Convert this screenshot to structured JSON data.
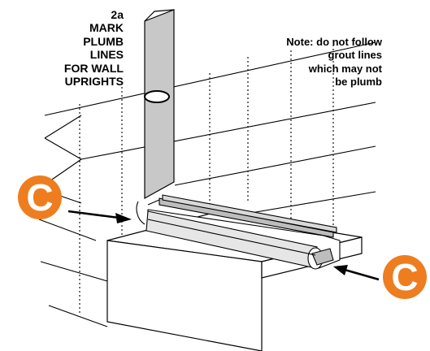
{
  "step": {
    "lines": [
      "2a",
      "MARK",
      "PLUMB",
      "LINES",
      "FOR WALL",
      "UPRIGHTS"
    ]
  },
  "note": {
    "lines": [
      "Note: do not follow",
      "grout lines",
      "which may not",
      "be plumb"
    ]
  },
  "callouts": {
    "left": "C",
    "right": "C"
  },
  "colors": {
    "callout": "#ee7d1f",
    "upright_fill": "#c8c8c8",
    "track_fill": "#bdbdbd",
    "line": "#000000"
  }
}
